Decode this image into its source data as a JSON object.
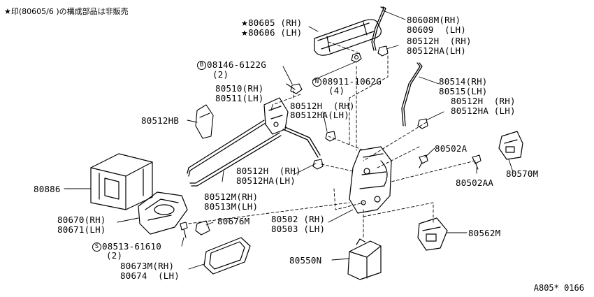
{
  "header": {
    "star": "★",
    "note": "印(80605/6 )の構成部品は非販売"
  },
  "labels": {
    "p80605": "80605 (RH)",
    "p80606": "80606 (LH)",
    "p80608m": "80608M(RH)",
    "p80609": "80609  (LH)",
    "p80512h_a": "80512H  (RH)",
    "p80512ha_a": "80512HA(LH)",
    "p08146": "08146-6122G",
    "p08146_qty": "(2)",
    "p08911": "08911-1062G",
    "p08911_qty": "(4)",
    "p80510": "80510(RH)",
    "p80511": "80511(LH)",
    "p80514": "80514(RH)",
    "p80515": "80515(LH)",
    "p80512h_b": "80512H  (RH)",
    "p80512ha_b": "80512HA(LH)",
    "p80512h_c": "80512H  (RH)",
    "p80512ha_c": "80512HA (LH)",
    "p80512hb": "80512HB",
    "p80502a": "80502A",
    "p80502aa": "80502AA",
    "p80570m": "80570M",
    "p80886": "80886",
    "p80512h_d": "80512H  (RH)",
    "p80512ha_d": "80512HA(LH)",
    "p80512m": "80512M(RH)",
    "p80513m": "80513M(LH)",
    "p80670": "80670(RH)",
    "p80671": "80671(LH)",
    "p80676m": "80676M",
    "p08513": "08513-61610",
    "p08513_qty": "(2)",
    "p80502": "80502 (RH)",
    "p80503": "80503 (LH)",
    "p80562m": "80562M",
    "p80673m": "80673M(RH)",
    "p80674": "80674  (LH)",
    "p80550n": "80550N"
  },
  "symbols": {
    "bolt_b": "B",
    "nut_n": "N",
    "screw_s": "S"
  },
  "footer": {
    "diagram_code": "A805* 0166"
  }
}
